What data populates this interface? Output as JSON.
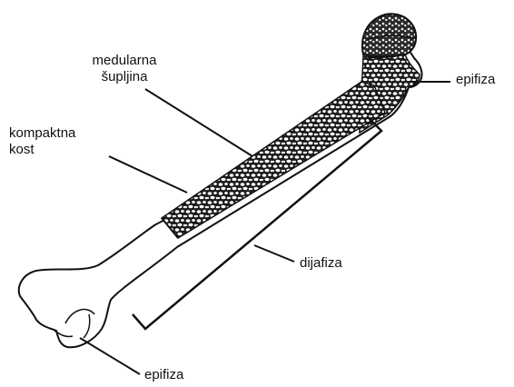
{
  "labels": {
    "medularna_line1": "medularna",
    "medularna_line2": "šupljina",
    "kompaktna_line1": "kompaktna",
    "kompaktna_line2": "kost",
    "epifiza_top": "epifiza",
    "dijafiza": "dijafiza",
    "epifiza_bottom": "epifiza"
  },
  "colors": {
    "line": "#111111",
    "bone_fill": "#ffffff",
    "spongy_fill": "#1a1a1a"
  }
}
